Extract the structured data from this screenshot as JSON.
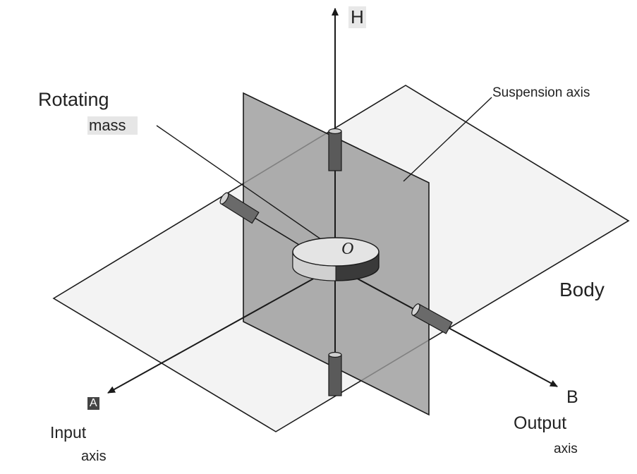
{
  "diagram": {
    "labels": {
      "h_axis": "H",
      "rotating": "Rotating",
      "mass": "mass",
      "suspension_axis": "Suspension axis",
      "body": "Body",
      "center": "O",
      "a_axis": "A",
      "input": "Input",
      "input_axis": "axis",
      "b_axis": "B",
      "output": "Output",
      "output_axis": "axis"
    },
    "colors": {
      "line": "#1a1a1a",
      "vertical_plane": "#9a9a9a",
      "disc_top": "#e4e4e4",
      "disc_side": "#3a3a3a",
      "pivot": "#5a5a5a"
    }
  }
}
